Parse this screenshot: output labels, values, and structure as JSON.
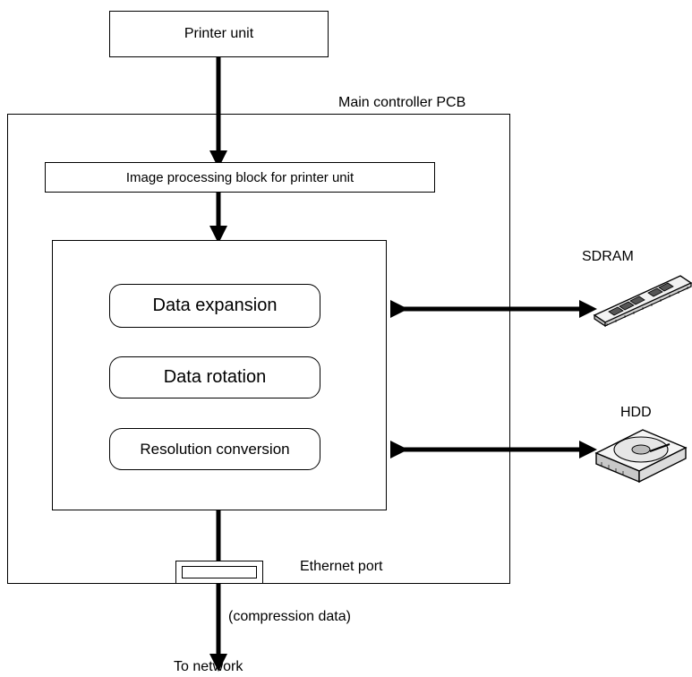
{
  "labels": {
    "printer_unit": "Printer unit",
    "main_controller": "Main controller PCB",
    "image_processing": "Image processing block for printer unit",
    "data_expansion": "Data expansion",
    "data_rotation": "Data rotation",
    "resolution_conversion": "Resolution conversion",
    "sdram": "SDRAM",
    "hdd": "HDD",
    "ethernet_port": "Ethernet port",
    "compression_data": "(compression data)",
    "to_network": "To network"
  }
}
